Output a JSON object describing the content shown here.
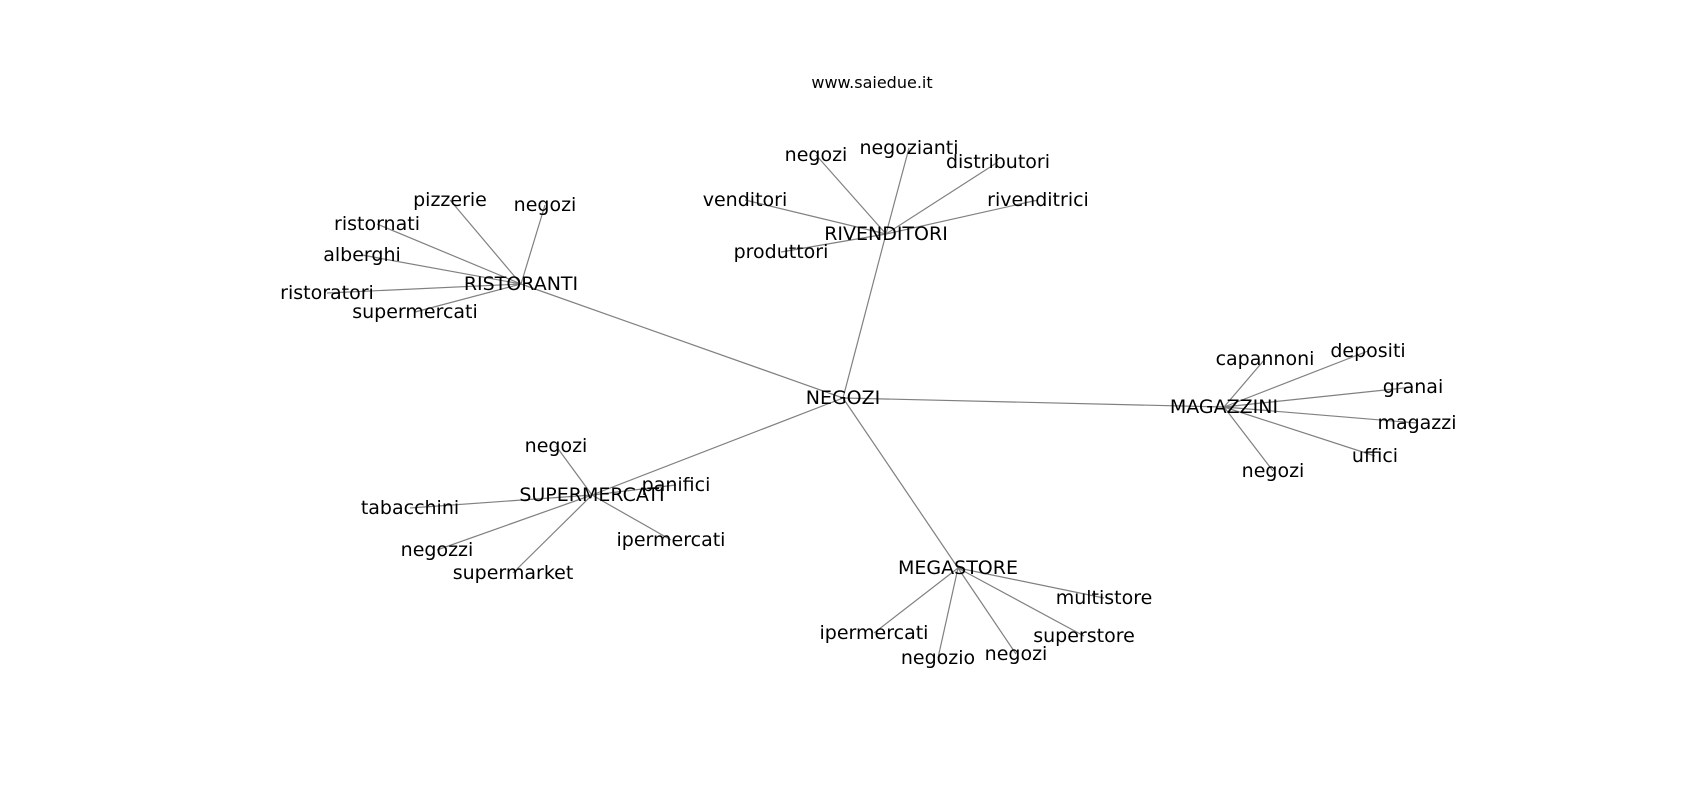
{
  "title": "www.saiedue.it",
  "colors": {
    "edge": "#808080",
    "text": "#000000",
    "background": "#ffffff"
  },
  "graph": {
    "center": "NEGOZI",
    "hubs": [
      {
        "id": "ristoranti",
        "label": "RISTORANTI",
        "leaves": [
          "pizzerie",
          "negozi",
          "ristornati",
          "alberghi",
          "ristoratori",
          "supermercati"
        ]
      },
      {
        "id": "rivenditori",
        "label": "RIVENDITORI",
        "leaves": [
          "negozi",
          "negozianti",
          "distributori",
          "venditori",
          "rivenditrici",
          "produttori"
        ]
      },
      {
        "id": "magazzini",
        "label": "MAGAZZINI",
        "leaves": [
          "capannoni",
          "depositi",
          "granai",
          "magazzi",
          "uffici",
          "negozi"
        ]
      },
      {
        "id": "supermercati",
        "label": "SUPERMERCATI",
        "leaves": [
          "negozi",
          "panifici",
          "tabacchini",
          "ipermercati",
          "negozzi",
          "supermarket"
        ]
      },
      {
        "id": "megastore",
        "label": "MEGASTORE",
        "leaves": [
          "multistore",
          "ipermercati",
          "superstore",
          "negozio",
          "negozi"
        ]
      }
    ]
  }
}
